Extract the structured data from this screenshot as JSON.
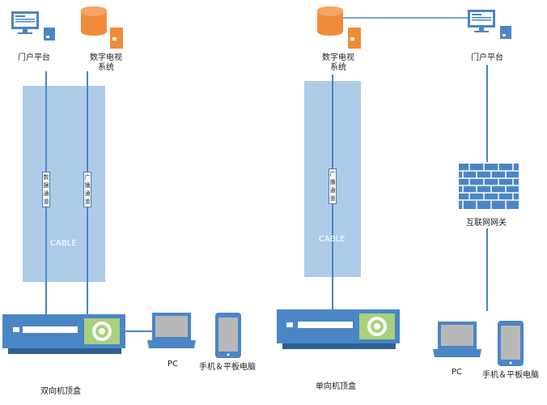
{
  "colors": {
    "cable": "#aecbe8",
    "line": "#4a86c6",
    "box": "#4a86c6",
    "box_dark": "#2f5f8f",
    "orange": "#f08b3a",
    "firewall": "#4a86c6"
  },
  "left": {
    "portal_label": "门户平台",
    "tv_label_line1": "数字电视",
    "tv_label_line2": "系统",
    "cable_label": "CABLE",
    "data_channel_label": "数据通道",
    "broadcast_channel_label": "广播通道",
    "stb_label": "双向机顶盒",
    "pc_label": "PC",
    "mobile_label": "手机＆平板电脑"
  },
  "right": {
    "tv_label_line1": "数字电视",
    "tv_label_line2": "系统",
    "portal_label": "门户平台",
    "cable_label": "CABLE",
    "broadcast_channel_label": "广播通道",
    "firewall_label": "互联网网关",
    "stb_label": "单向机顶盒",
    "pc_label": "PC",
    "mobile_label": "手机＆平板电脑"
  },
  "icons": [
    "portal-monitor-icon",
    "database-icon",
    "server-icon",
    "firewall-icon",
    "set-top-box-icon",
    "laptop-icon",
    "tablet-icon"
  ]
}
